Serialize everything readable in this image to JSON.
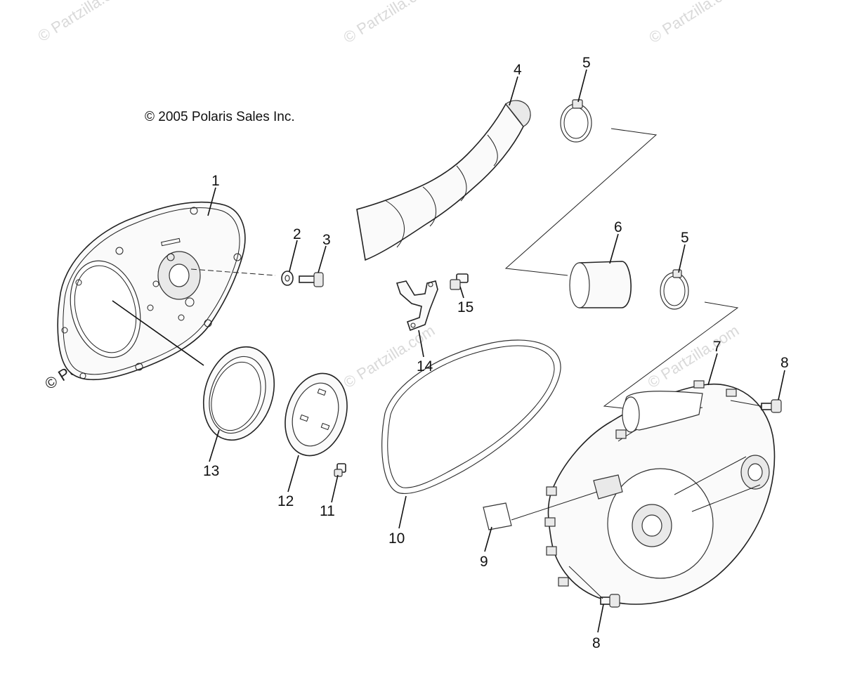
{
  "copyright": "© 2005 Polaris Sales Inc.",
  "watermark": "© Partzilla.com",
  "callouts": {
    "c1": "1",
    "c2": "2",
    "c3": "3",
    "c4": "4",
    "c5a": "5",
    "c5b": "5",
    "c6": "6",
    "c7": "7",
    "c8a": "8",
    "c8b": "8",
    "c9": "9",
    "c10": "10",
    "c11": "11",
    "c12": "12",
    "c13": "13",
    "c14": "14",
    "c15": "15"
  }
}
